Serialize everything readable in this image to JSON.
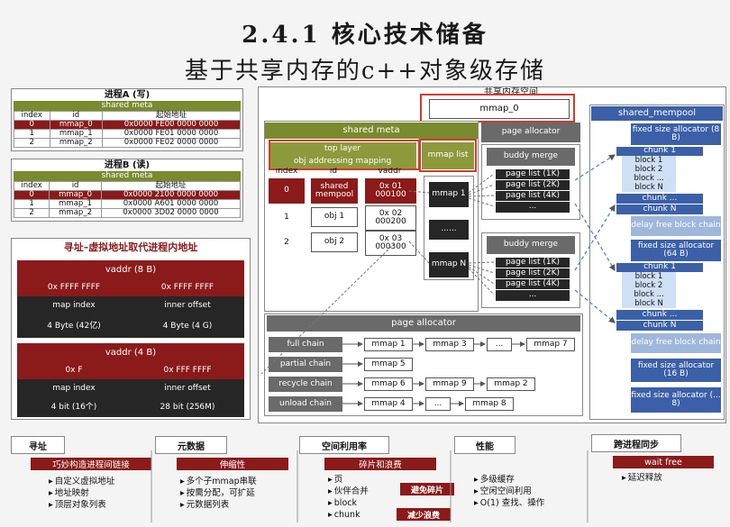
{
  "title": "2.4.1 核心技术储备",
  "subtitle": "基于共享内存的c++对象级存储",
  "procA": {
    "title": "进程A (写)",
    "meta": "shared meta",
    "headers": [
      "index",
      "id",
      "起始地址"
    ],
    "rows": [
      [
        "0",
        "mmap_0",
        "0x0000 FE00 0000 0000"
      ],
      [
        "1",
        "mmap_1",
        "0x0000 FE01 0000 0000"
      ],
      [
        "2",
        "mmap_2",
        "0x0000 FE02 0000 0000"
      ]
    ]
  },
  "procB": {
    "title": "进程B (读)",
    "meta": "shared meta",
    "headers": [
      "index",
      "id",
      "起始地址"
    ],
    "rows": [
      [
        "0",
        "mmap_0",
        "0x0000 2100 0000 0000"
      ],
      [
        "1",
        "mmap_1",
        "0x0000 A601 0000 0000"
      ],
      [
        "2",
        "mmap_2",
        "0x0000 3D02 0000 0000"
      ]
    ]
  },
  "addr": {
    "title": "寻址–虚拟地址取代进程内地址",
    "v8": {
      "label": "vaddr (8 B)",
      "hi": "0x FFFF FFFF",
      "lo": "0x FFFF FFFF",
      "k1": "map index",
      "k2": "inner offset",
      "s1": "4 Byte (42亿)",
      "s2": "4 Byte (4 G)"
    },
    "v4": {
      "label": "vaddr (4 B)",
      "hi": "0x F",
      "lo": "0x FFF FFFF",
      "k1": "map index",
      "k2": "inner offset",
      "s1": "4 bit (16个)",
      "s2": "28 bit (256M)"
    }
  },
  "shm": {
    "title": "共享内存空间",
    "mmap0": "mmap_0",
    "meta_title": "shared meta",
    "top_layer": "top layer",
    "obj_mapping": "obj  addressing mapping",
    "hdr": [
      "index",
      "id",
      "vaddr"
    ],
    "rows": [
      [
        "0",
        "shared mempool",
        "0x 01 000100"
      ],
      [
        "1",
        "obj 1",
        "0x 02 000200"
      ],
      [
        "2",
        "obj 2",
        "0x 03 000300"
      ]
    ],
    "mmap_list": "mmap list",
    "mmap_items": [
      "mmap 1",
      "......",
      "mmap N"
    ],
    "page_allocator_small": "page allocator",
    "buddy": "buddy merge",
    "page_lists": [
      "page list (1K)",
      "page list (2K)",
      "page list (4K)",
      "..."
    ],
    "page_allocator": "page allocator",
    "chains": [
      {
        "name": "full chain",
        "items": [
          "mmap 1",
          "mmap 3",
          "...",
          "mmap 7"
        ]
      },
      {
        "name": "partial chain",
        "items": [
          "mmap 5"
        ]
      },
      {
        "name": "recycle chain",
        "items": [
          "mmap 6",
          "mmap 9",
          "mmap 2"
        ]
      },
      {
        "name": "unload chain",
        "items": [
          "mmap 4",
          "...",
          "mmap 8"
        ]
      }
    ],
    "mempool": "shared_mempool",
    "fixed8": "fixed size allocator (8 B)",
    "fixed64": "fixed size allocator (64 B)",
    "fixed16": "fixed size allocator (16 B)",
    "fixedN": "fixed size allocator (... 8)",
    "chunk1": "chunk 1",
    "blocks": [
      "block 1",
      "block 2",
      "block ...",
      "block N"
    ],
    "chunkdots": "chunk ...",
    "chunkN": "chunk N",
    "delay": "delay free block chain"
  },
  "bottom": [
    {
      "tab": "寻址",
      "sub": "巧妙构造进程间链接",
      "items": [
        "自定义虚拟地址",
        "地址映射",
        "顶层对象列表"
      ]
    },
    {
      "tab": "元数据",
      "sub": "伸缩性",
      "items": [
        "多个子mmap串联",
        "按需分配，可扩延",
        "元数据列表"
      ]
    },
    {
      "tab": "空间利用率",
      "sub": "碎片和浪费",
      "items": [
        "页",
        "伙伴合并",
        "block",
        "chunk"
      ],
      "notes": [
        "避免碎片",
        "减少浪费"
      ]
    },
    {
      "tab": "性能",
      "items": [
        "多级缓存",
        "空闲空间利用",
        "O(1) 查找、操作"
      ]
    },
    {
      "tab": "跨进程同步",
      "sub": "wait free",
      "items": [
        "延迟释放"
      ]
    }
  ]
}
